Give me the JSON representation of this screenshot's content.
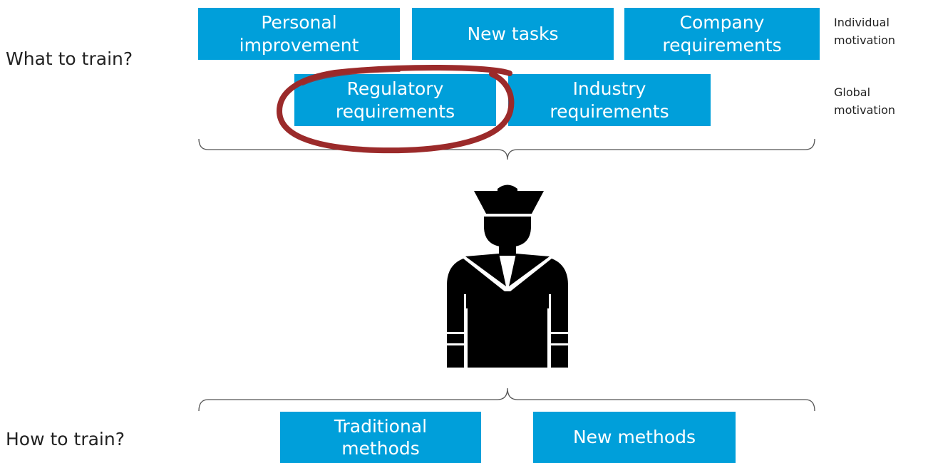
{
  "questions": {
    "what": "What to train?",
    "how": "How to train?"
  },
  "motivation_boxes": {
    "personal": [
      "Personal",
      "improvement"
    ],
    "new_tasks": [
      "New tasks"
    ],
    "company": [
      "Company",
      "requirements"
    ],
    "regulatory": [
      "Regulatory",
      "requirements"
    ],
    "industry": [
      "Industry",
      "requirements"
    ]
  },
  "side_labels": {
    "individual": [
      "Individual",
      "motivation"
    ],
    "global": [
      "Global",
      "motivation"
    ]
  },
  "method_boxes": {
    "traditional": [
      "Traditional",
      "methods"
    ],
    "new_methods": [
      "New methods"
    ]
  },
  "colors": {
    "box_fill": "#009fda",
    "box_text": "#ffffff",
    "highlight_circle": "#9b2a2a",
    "figure": "#000000"
  },
  "icons": {
    "figure": "sailor-icon",
    "highlight": "hand-drawn-circle"
  }
}
